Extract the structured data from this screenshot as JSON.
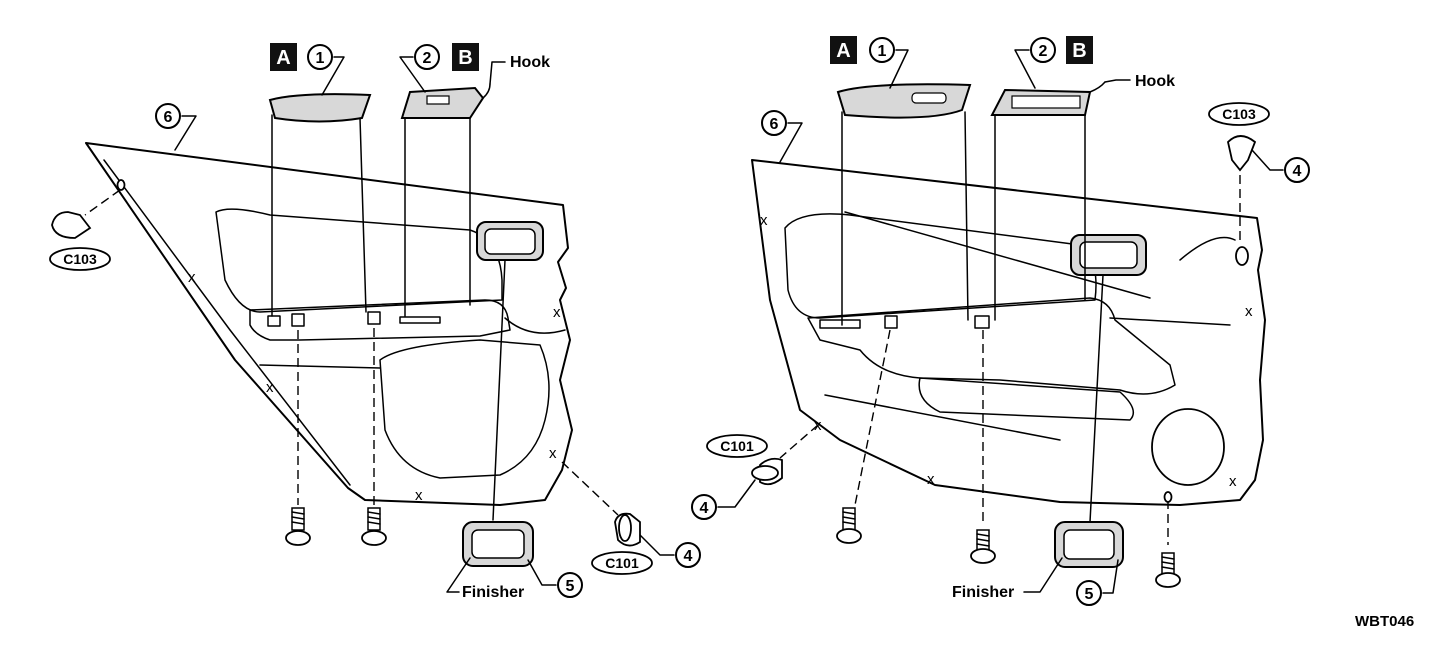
{
  "figure_id": "WBT046",
  "labels": {
    "hook": "Hook",
    "finisher": "Finisher",
    "box_a": "A",
    "box_b": "B",
    "clip_c101": "C101",
    "clip_c103": "C103",
    "x_mark": "x"
  },
  "callouts": {
    "n1": "1",
    "n2": "2",
    "n4": "4",
    "n5": "5",
    "n6": "6"
  }
}
